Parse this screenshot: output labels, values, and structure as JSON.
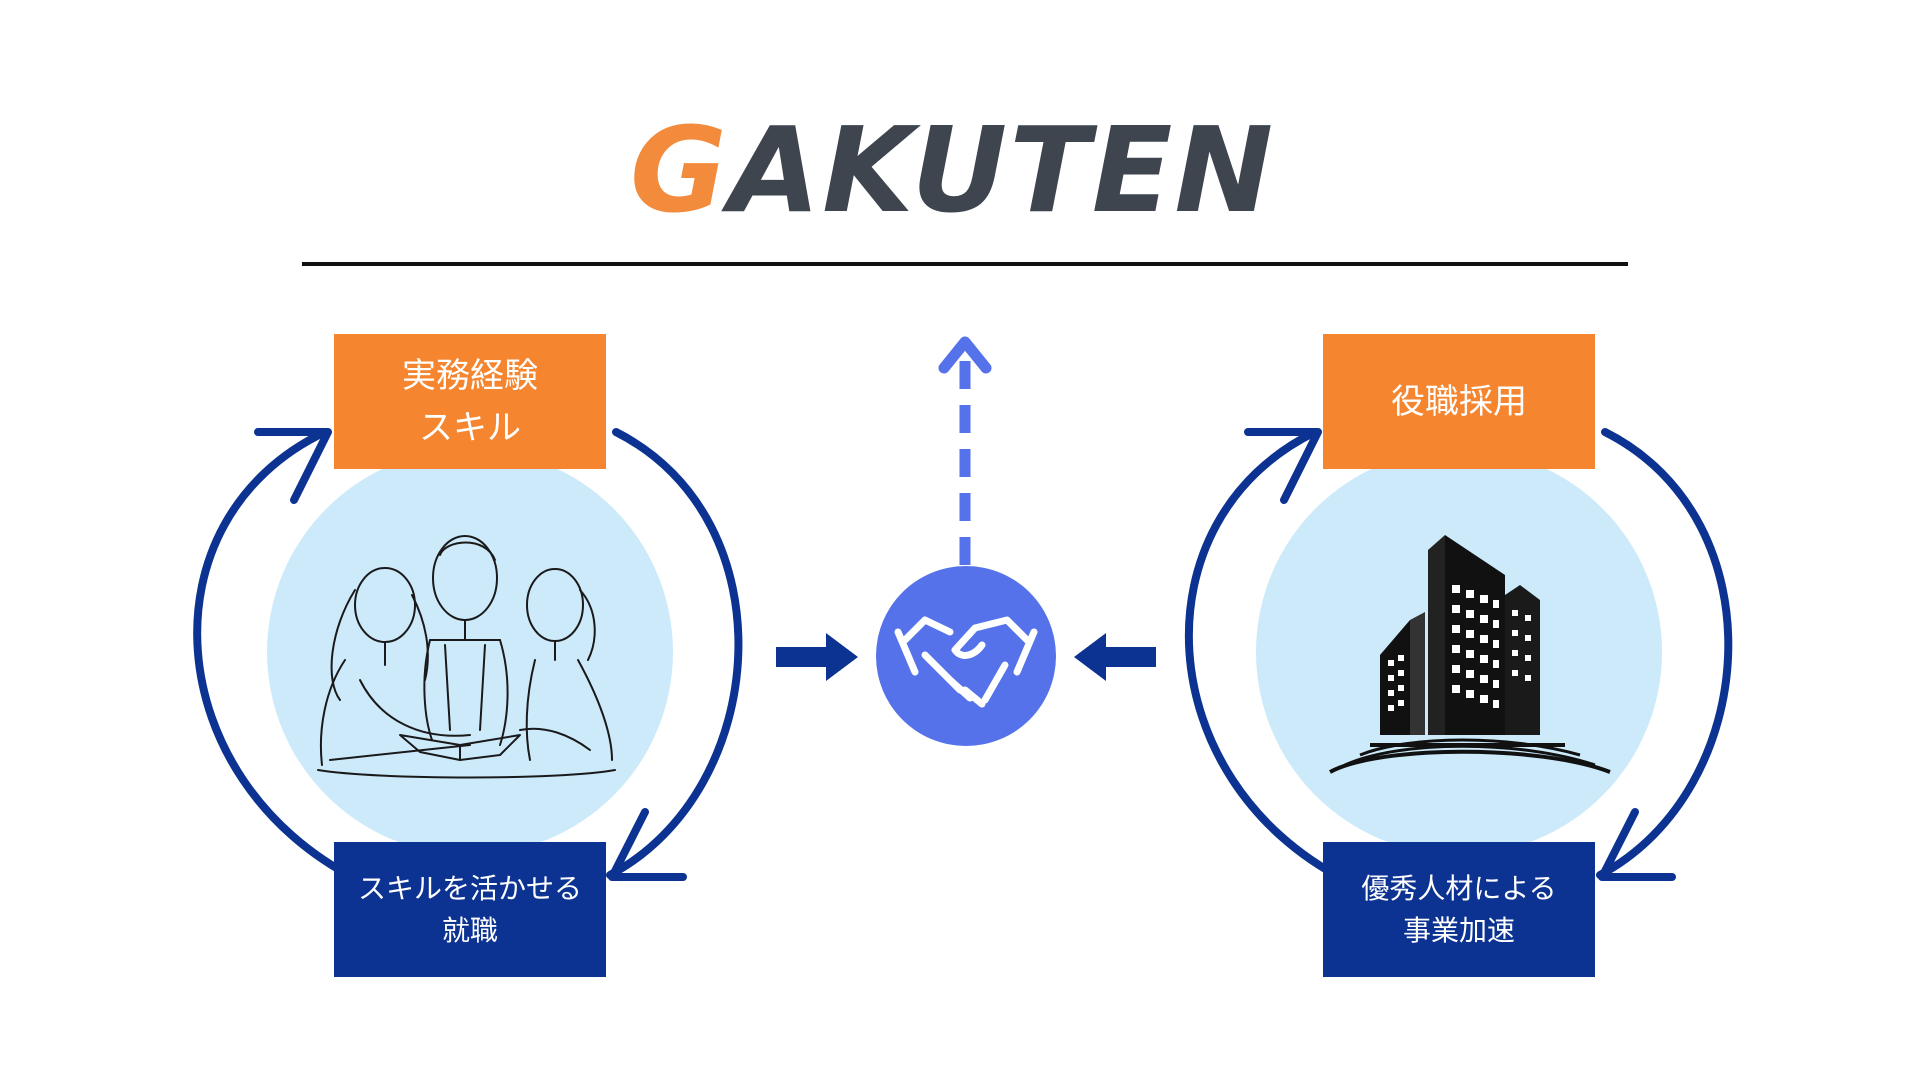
{
  "logo": {
    "first_letter": "G",
    "rest": "AKUTEN"
  },
  "left_cycle": {
    "top_label": "実務経験\nスキル",
    "bottom_label": "スキルを活かせる\n就職",
    "image": "students-studying-sketch"
  },
  "right_cycle": {
    "top_label": "役職採用",
    "bottom_label": "優秀人材による\n事業加速",
    "image": "office-building-icon"
  },
  "center": {
    "icon": "handshake-icon",
    "up_arrow": "dashed-up-arrow"
  },
  "colors": {
    "orange": "#f5862f",
    "navy": "#0c3391",
    "arrow_navy": "#0c3391",
    "circle_fill": "#cdeafb",
    "handshake_blue": "#5572ea",
    "logo_orange": "#f28b3c",
    "logo_gray": "#3e454e"
  }
}
